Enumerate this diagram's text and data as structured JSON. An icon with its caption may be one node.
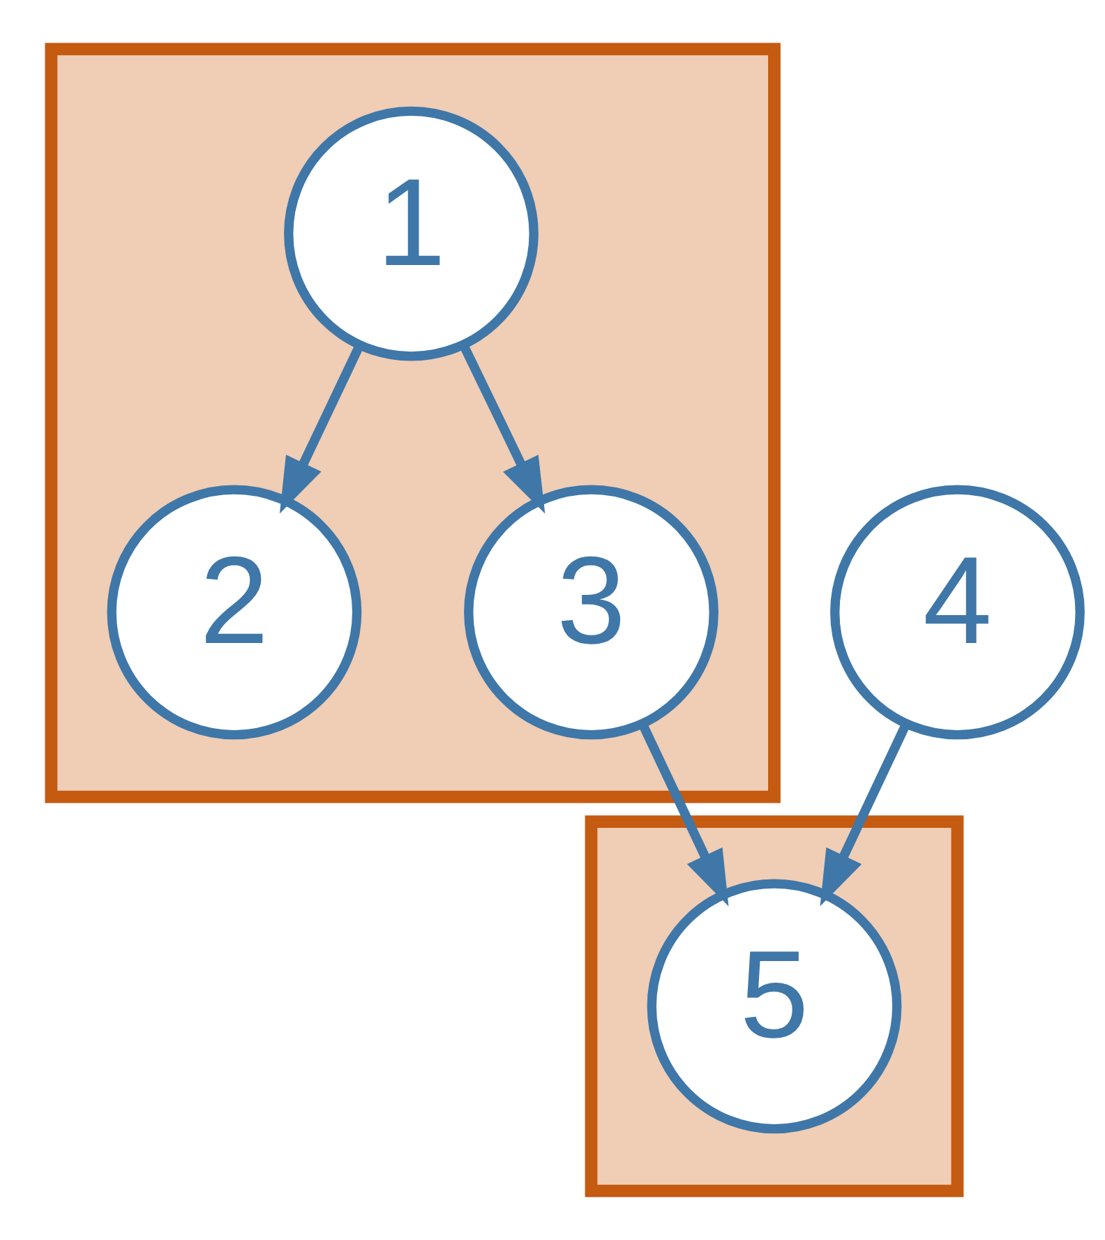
{
  "diagram": {
    "nodes": [
      {
        "text": [],
        "shape": "box"
      },
      {
        "text": [
          "1"
        ],
        "in": 0
      },
      {
        "text": [
          "2"
        ],
        "in": 0
      },
      {
        "text": [
          "3"
        ],
        "in": 0
      },
      {
        "text": [
          "4"
        ]
      },
      {
        "text": [],
        "shape": "box"
      },
      {
        "text": [
          "5"
        ],
        "in": 5
      }
    ],
    "edges": [
      {
        "from": 1,
        "to": 2,
        "arrow": "to"
      },
      {
        "from": 1,
        "to": 3,
        "arrow": "to"
      },
      {
        "from": 3,
        "to": 6,
        "arrow": "to"
      },
      {
        "from": 4,
        "to": 6,
        "arrow": "to"
      }
    ]
  }
}
